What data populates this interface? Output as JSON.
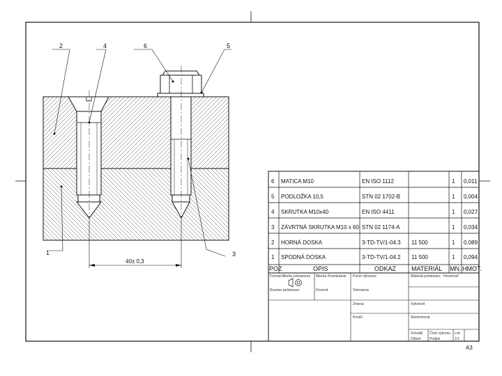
{
  "callouts": [
    "1",
    "2",
    "3",
    "4",
    "5",
    "6"
  ],
  "dimension": "40± 0,3",
  "bom": {
    "rows": [
      {
        "pos": "6",
        "desc": "MATICA M10",
        "ref": "EN ISO 1112",
        "material": "",
        "qty": "1",
        "mass": "0,011"
      },
      {
        "pos": "5",
        "desc": "PODLOŽKA 10,5",
        "ref": "STN 02 1702-B",
        "material": "",
        "qty": "1",
        "mass": "0,004"
      },
      {
        "pos": "4",
        "desc": "SKRUTKA M10x40",
        "ref": "EN ISO 4411",
        "material": "",
        "qty": "1",
        "mass": "0,027"
      },
      {
        "pos": "3",
        "desc": "ZÁVRTNÁ SKRUTKA M10 x 60",
        "ref": "STN 02 1174-A",
        "material": "",
        "qty": "1",
        "mass": "0,034"
      },
      {
        "pos": "2",
        "desc": "HORNÁ DOSKA",
        "ref": "3-TD-TV/1-04.3",
        "material": "11 500",
        "qty": "1",
        "mass": "0,089"
      },
      {
        "pos": "1",
        "desc": "SPODNÁ DOSKA",
        "ref": "3-TD-TV/1-04.2",
        "material": "11 500",
        "qty": "1",
        "mass": "0,094"
      }
    ],
    "headers": {
      "pos": "POZ",
      "desc": "OPIS",
      "ref": "ODKAZ",
      "material": "MATERIÁL",
      "qty": "MN.",
      "mass": "HMOT."
    }
  },
  "title_block": {
    "c1": "Formát",
    "c2": "Mierka zobrazenia",
    "c3": "Mierka",
    "c4": "Premietanie",
    "c5": "Počet výkresov",
    "c6": "Materiál polotovaru",
    "c7": "Hmotnosť",
    "c8": "Rozmer polotovaru",
    "c9": "Drsnosť",
    "c10": "Tolerancia",
    "c11": "Zmena",
    "c12": "Vyhotovil",
    "c13": "Kreslil",
    "c14": "Skontroloval",
    "c15": "Schválil",
    "c16": "Číslo výkresu",
    "c17": "Dátum",
    "c18": "Podpis",
    "c19": "List",
    "c20": "1/1",
    "sheet_size": "A3"
  }
}
